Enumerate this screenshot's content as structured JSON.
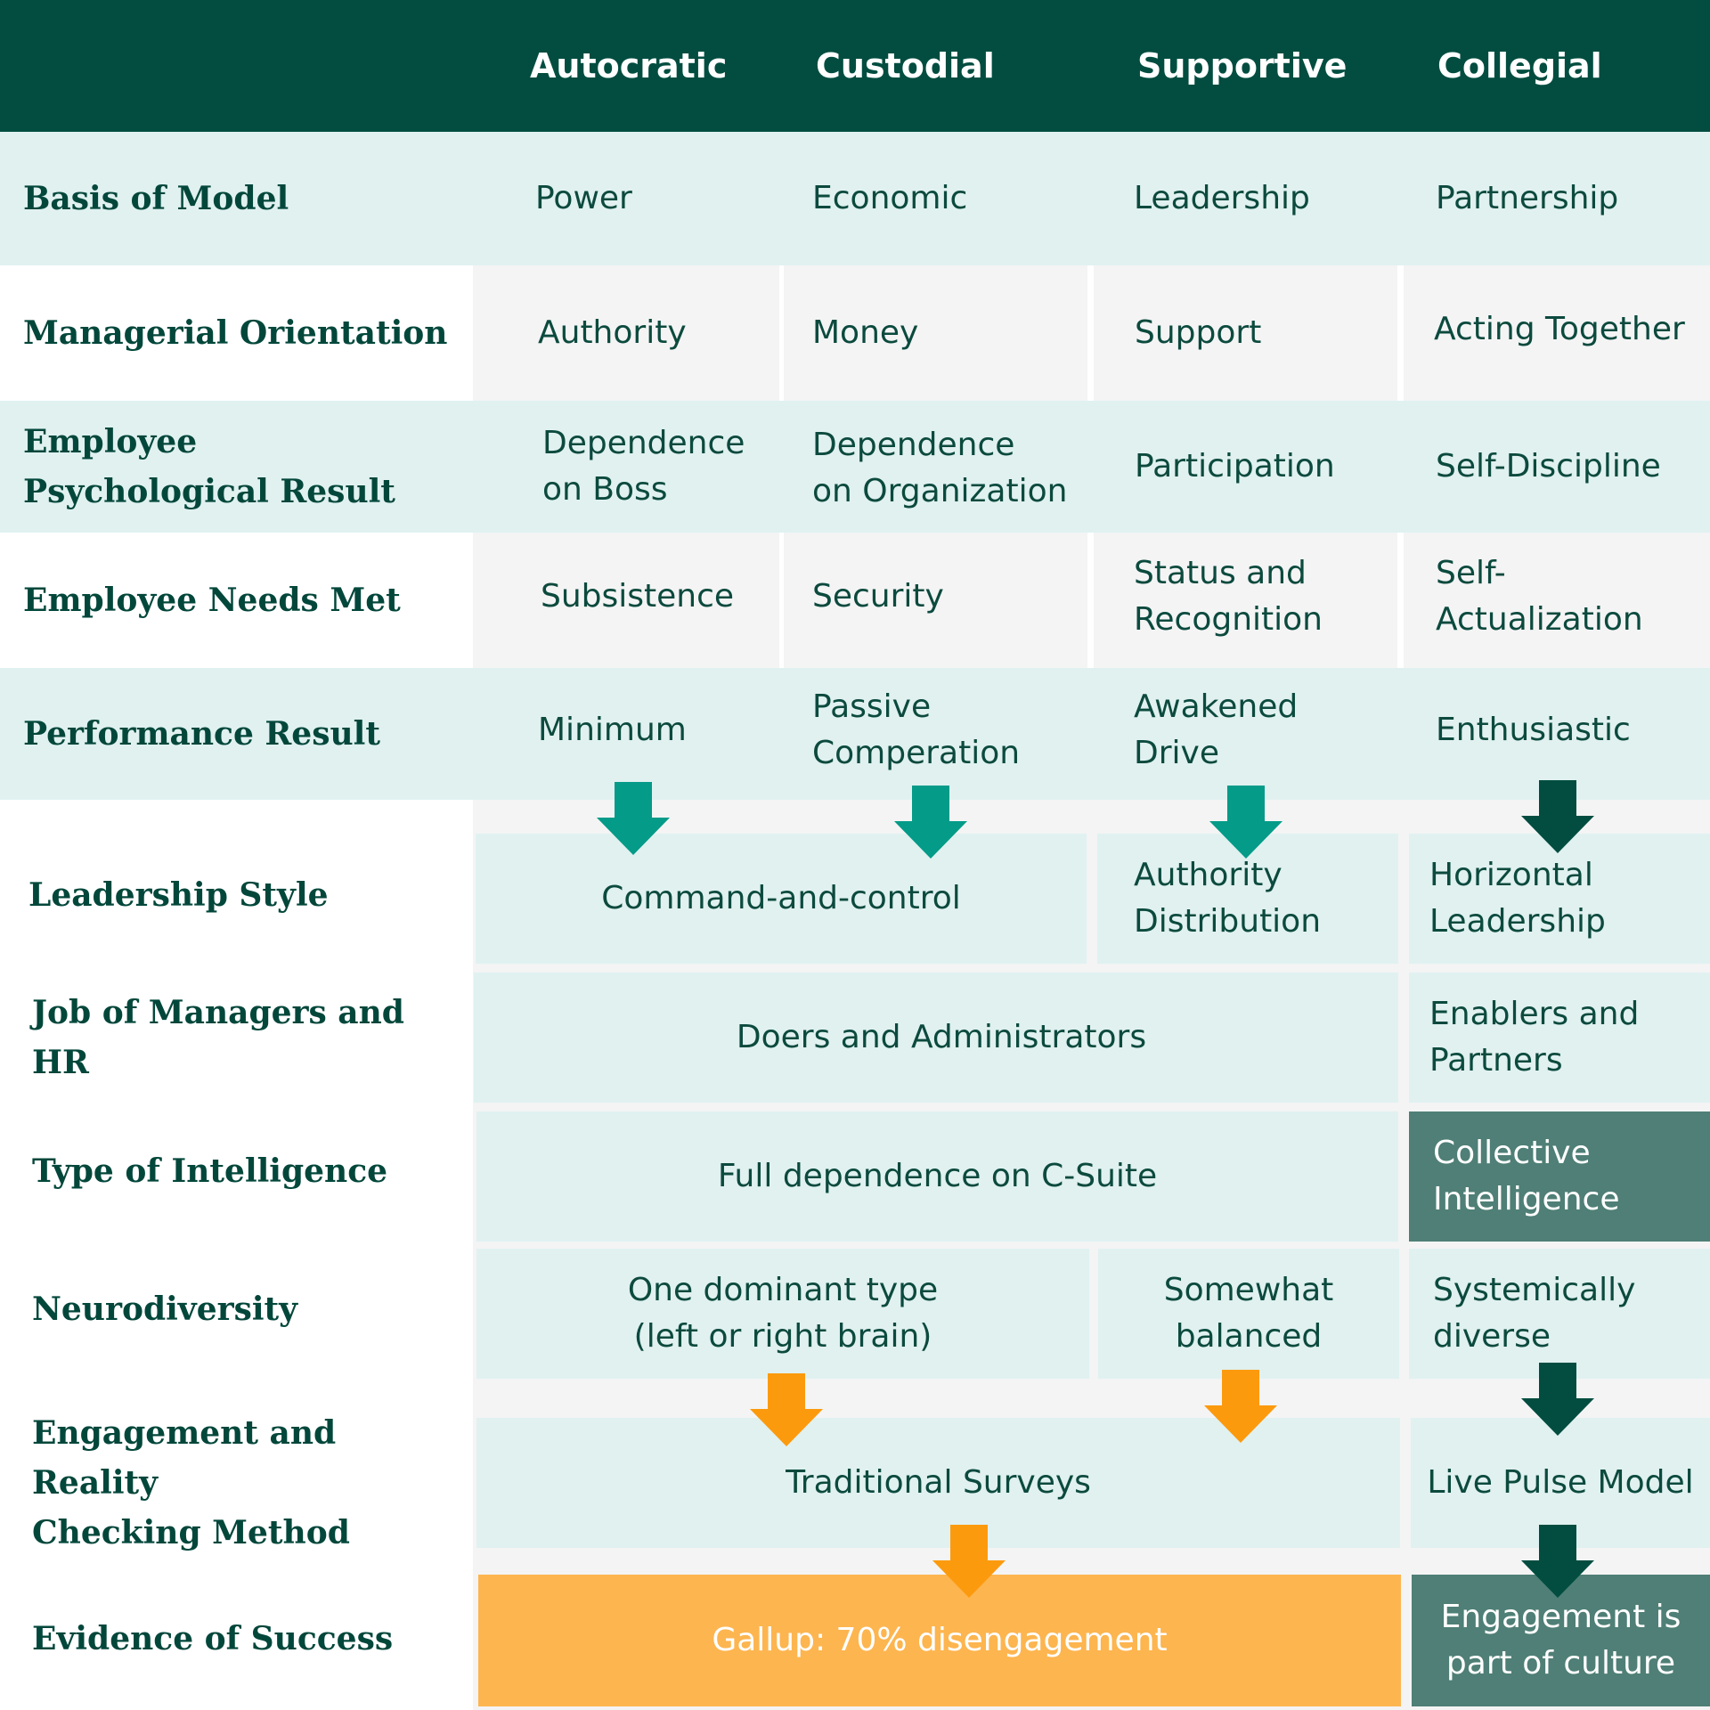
{
  "colors": {
    "header_bg": "#024d40",
    "row_teal": "#e0f1f0",
    "row_grey": "#f4f4f4",
    "arrow_teal": "#049b88",
    "arrow_dark": "#024d40",
    "arrow_orange": "#fc9a0e",
    "box_dark": "#4f7f76",
    "box_orange": "#fdb54f"
  },
  "columns": [
    "Autocratic",
    "Custodial",
    "Supportive",
    "Collegial"
  ],
  "rows": [
    {
      "label": "Basis of Model",
      "cells": [
        "Power",
        "Economic",
        "Leadership",
        "Partnership"
      ]
    },
    {
      "label": "Managerial Orientation",
      "cells": [
        "Authority",
        "Money",
        "Support",
        "Acting Together"
      ]
    },
    {
      "label": "Employee\nPsychological Result",
      "cells": [
        "Dependence\non Boss",
        "Dependence\non Organization",
        "Participation",
        "Self-Discipline"
      ]
    },
    {
      "label": "Employee Needs Met",
      "cells": [
        "Subsistence",
        "Security",
        "Status and\nRecognition",
        "Self-\nActualization"
      ]
    },
    {
      "label": "Performance Result",
      "cells": [
        "Minimum",
        "Passive\nComperation",
        "Awakened\nDrive",
        "Enthusiastic"
      ]
    },
    {
      "label": "Leadership Style",
      "cells": [
        "Command-and-control",
        "Authority\nDistribution",
        "Horizontal\nLeadership"
      ]
    },
    {
      "label": "Job of Managers and HR",
      "cells": [
        "Doers and Administrators",
        "Enablers and\nPartners"
      ]
    },
    {
      "label": "Type of Intelligence",
      "cells": [
        "Full dependence on C-Suite",
        "Collective\nIntelligence"
      ]
    },
    {
      "label": "Neurodiversity",
      "cells": [
        "One dominant type\n(left or right brain)",
        "Somewhat\nbalanced",
        "Systemically\ndiverse"
      ]
    },
    {
      "label": "Engagement and Reality\nChecking Method",
      "cells": [
        "Traditional Surveys",
        "Live Pulse Model"
      ]
    },
    {
      "label": "Evidence of Success",
      "cells": [
        "Gallup: 70% disengagement",
        "Engagement is\npart of culture"
      ]
    }
  ]
}
